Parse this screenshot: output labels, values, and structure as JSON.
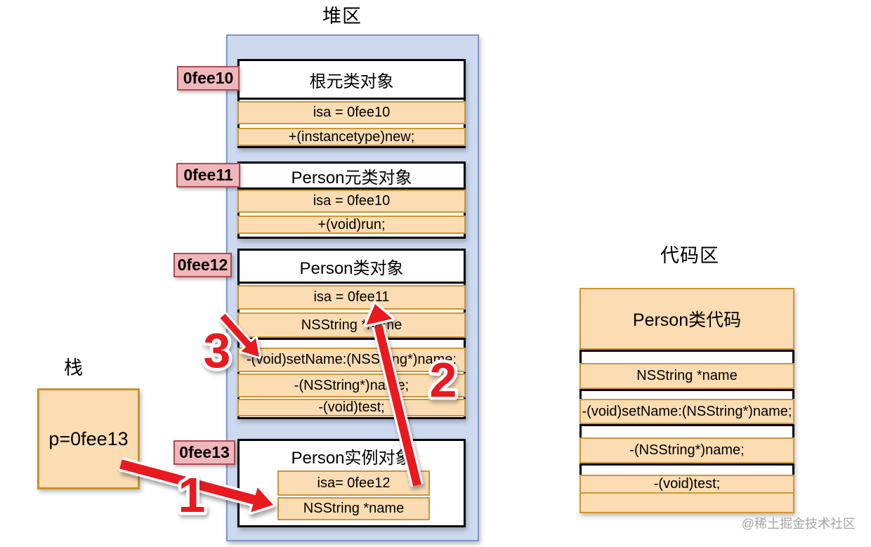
{
  "titles": {
    "heap": "堆区",
    "stack": "栈",
    "code": "代码区"
  },
  "heap": {
    "boxes": [
      {
        "address": "0fee10",
        "title": "根元类对象",
        "rows": [
          "isa = 0fee10",
          "+(instancetype)new;"
        ]
      },
      {
        "address": "0fee11",
        "title": "Person元类对象",
        "rows": [
          "isa = 0fee10",
          "+(void)run;"
        ]
      },
      {
        "address": "0fee12",
        "title": "Person类对象",
        "ivars": [
          "isa = 0fee11",
          "NSString *name"
        ],
        "methods": [
          "-(void)setName:(NSString*)name;",
          "-(NSString*)name;",
          "-(void)test;"
        ]
      },
      {
        "address": "0fee13",
        "title": "Person实例对象",
        "rows": [
          "isa= 0fee12",
          "NSString *name"
        ]
      }
    ]
  },
  "stack": {
    "variable": "p=0fee13"
  },
  "code": {
    "title": "Person类代码",
    "rows": [
      "NSString *name",
      "-(void)setName:(NSString*)name;",
      "-(NSString*)name;",
      "-(void)test;"
    ]
  },
  "arrows": [
    {
      "label": "1",
      "from": "stack p=0fee13",
      "to": "Person instance object"
    },
    {
      "label": "2",
      "from": "isa= 0fee12",
      "to": "isa = 0fee11"
    },
    {
      "label": "3",
      "from": "isa = 0fee11",
      "to": "-(void)setName:(NSString*)name;"
    }
  ],
  "watermark": "@稀土掘金技术社区",
  "colors": {
    "heap_fill": "#ccd9ef",
    "heap_border": "#7b97c6",
    "row_fill": "#fbdcb3",
    "row_border": "#cf9433",
    "label_fill": "#f0b7bb",
    "label_border": "#ad4a51",
    "arrow_red": "#e8191f",
    "black": "#000000"
  }
}
